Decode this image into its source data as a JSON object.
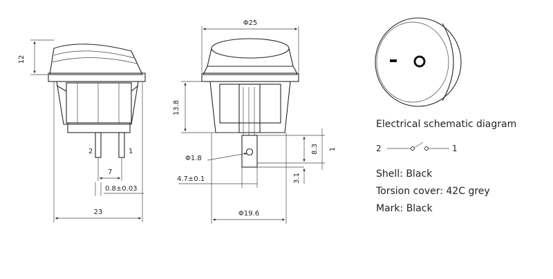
{
  "dimensions": {
    "height_12": "12",
    "diam_25": "Φ25",
    "height_13_8": "13.8",
    "diam_1_8": "Φ1.8",
    "dim_4_7": "4.7±0.1",
    "dim_8_3": "8.3",
    "dim_1": "1",
    "dim_3_1": "3.1",
    "diam_19_6": "Φ19.6",
    "pin_2": "2",
    "pin_1": "1",
    "spacing_7": "7",
    "thickness": "0.8±0.03",
    "width_23": "23"
  },
  "schematic": {
    "title": "Electrical schematic diagram",
    "terminal_left": "2",
    "terminal_right": "1",
    "symbol_off": "−",
    "symbol_on": "○"
  },
  "specs": {
    "shell": "Shell: Black",
    "cover": "Torsion cover: 42C grey",
    "mark": "Mark: Black"
  }
}
